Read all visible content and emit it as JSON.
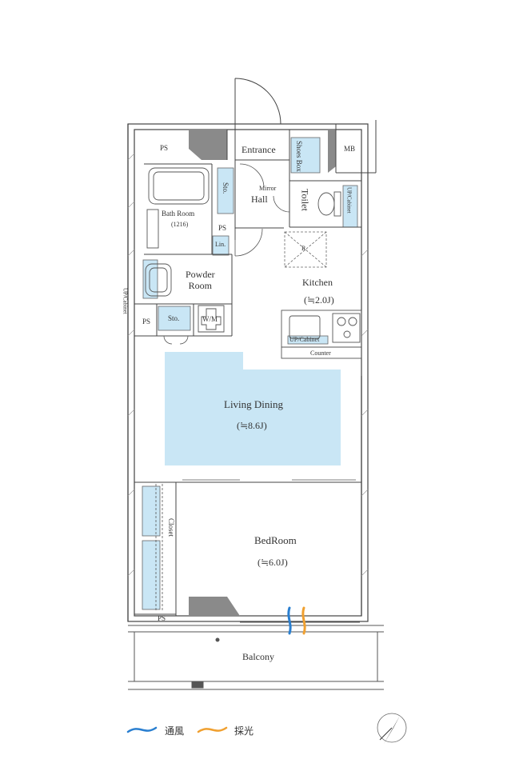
{
  "rooms": {
    "ps_top": "PS",
    "entrance": "Entrance",
    "shoes_box_line1": "Shoes",
    "shoes_box_line2": "Box",
    "mb": "MB",
    "storage_bath": "Sto.",
    "mirror": "Mirror",
    "hall": "Hall",
    "toilet": "Toilet",
    "up_cabinet_toilet": "UP/Cabinet",
    "bath_room": "Bath Room",
    "bath_size": "(1216)",
    "ps_mid": "PS",
    "linen": "Lin.",
    "refrigerator": "R",
    "powder_room_line1": "Powder",
    "powder_room_line2": "Room",
    "up_cabinet_left": "UP/Cabinet",
    "kitchen": "Kitchen",
    "kitchen_size": "(≒2.0J)",
    "ps_left": "PS",
    "storage_powder": "Sto.",
    "washer": "W/M",
    "up_cabinet_kitchen": "UP/Cabinet",
    "counter": "Counter",
    "living_dining": "Living Dining",
    "living_dining_size": "(≒8.6J)",
    "closet": "Closet",
    "bedroom": "BedRoom",
    "bedroom_size": "(≒6.0J)",
    "ps_bottom": "PS",
    "balcony": "Balcony"
  },
  "legend": {
    "ventilation": "通風",
    "daylight": "採光"
  },
  "colors": {
    "wall": "#555555",
    "line": "#444444",
    "accent_fill": "#c9e6f5",
    "ventilation": "#2a7fd0",
    "daylight": "#f0a030",
    "shaft": "#888888"
  }
}
